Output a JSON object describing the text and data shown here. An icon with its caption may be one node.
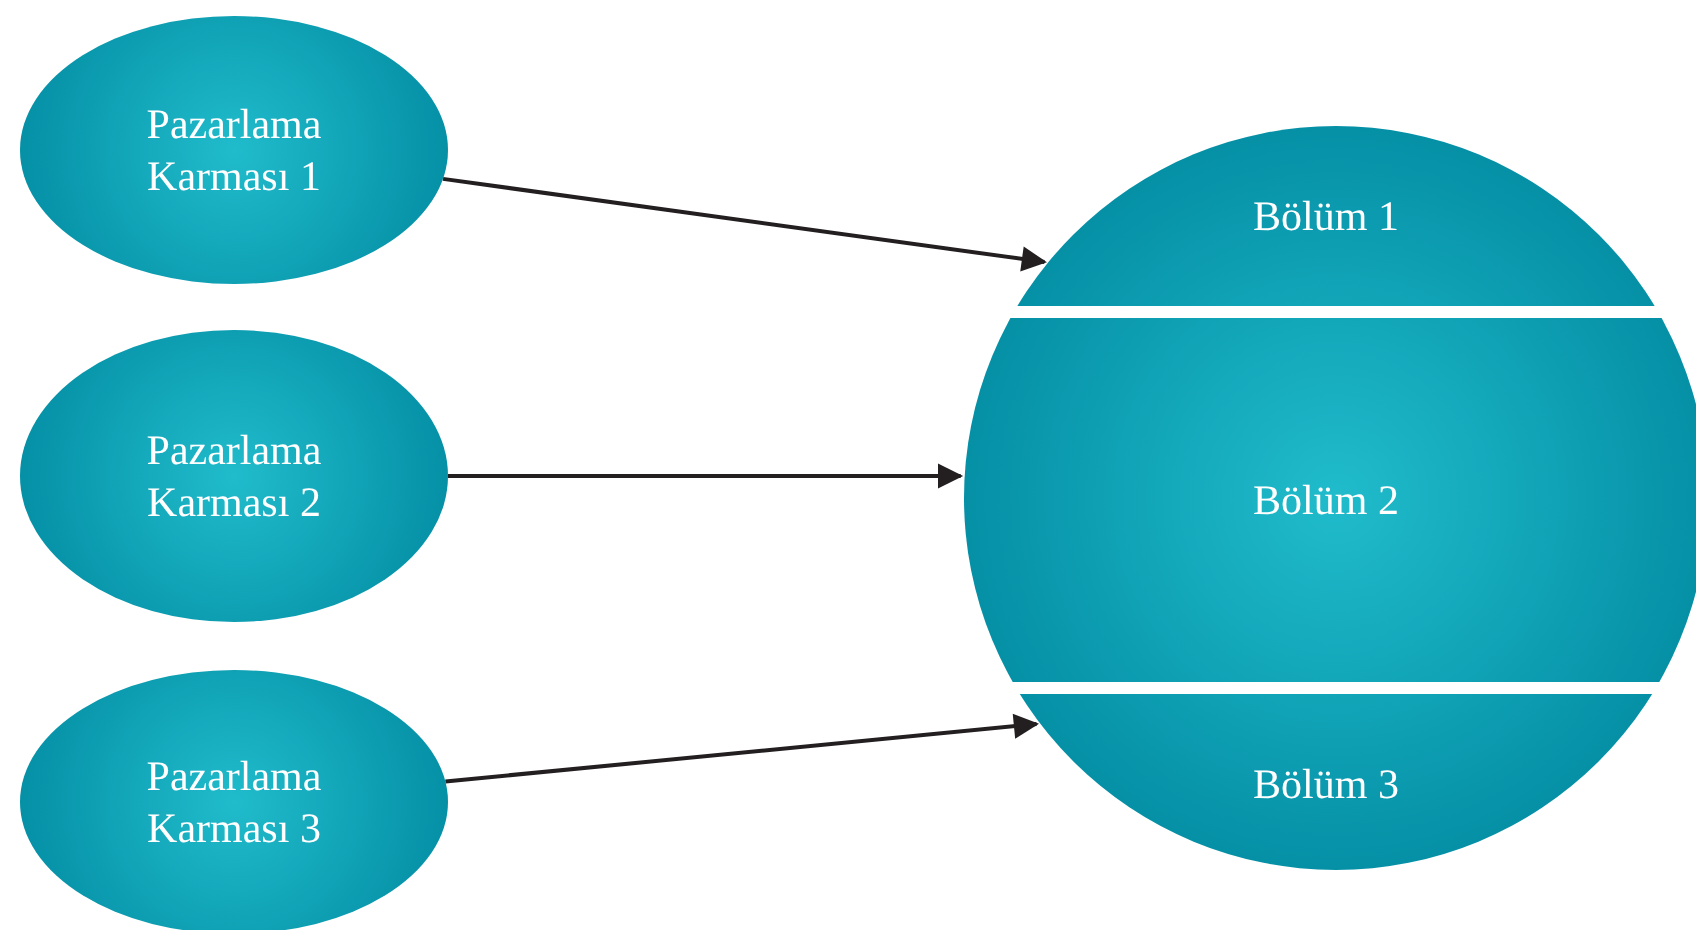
{
  "diagram": {
    "nodes": [
      {
        "text": [
          "Pazarlama Karması 1"
        ]
      },
      {
        "text": [
          "Pazarlama Karması 2"
        ]
      },
      {
        "text": [
          "Pazarlama Karması 3"
        ]
      },
      {
        "text": [
          "Bölüm 1"
        ]
      },
      {
        "text": [
          "Bölüm 2"
        ]
      },
      {
        "text": [
          "Bölüm 3"
        ]
      }
    ],
    "edges": [
      {
        "from": 0,
        "to": 3,
        "arrow": "to"
      },
      {
        "from": 1,
        "to": 4,
        "arrow": "to"
      },
      {
        "from": 2,
        "to": 5,
        "arrow": "to"
      }
    ]
  }
}
